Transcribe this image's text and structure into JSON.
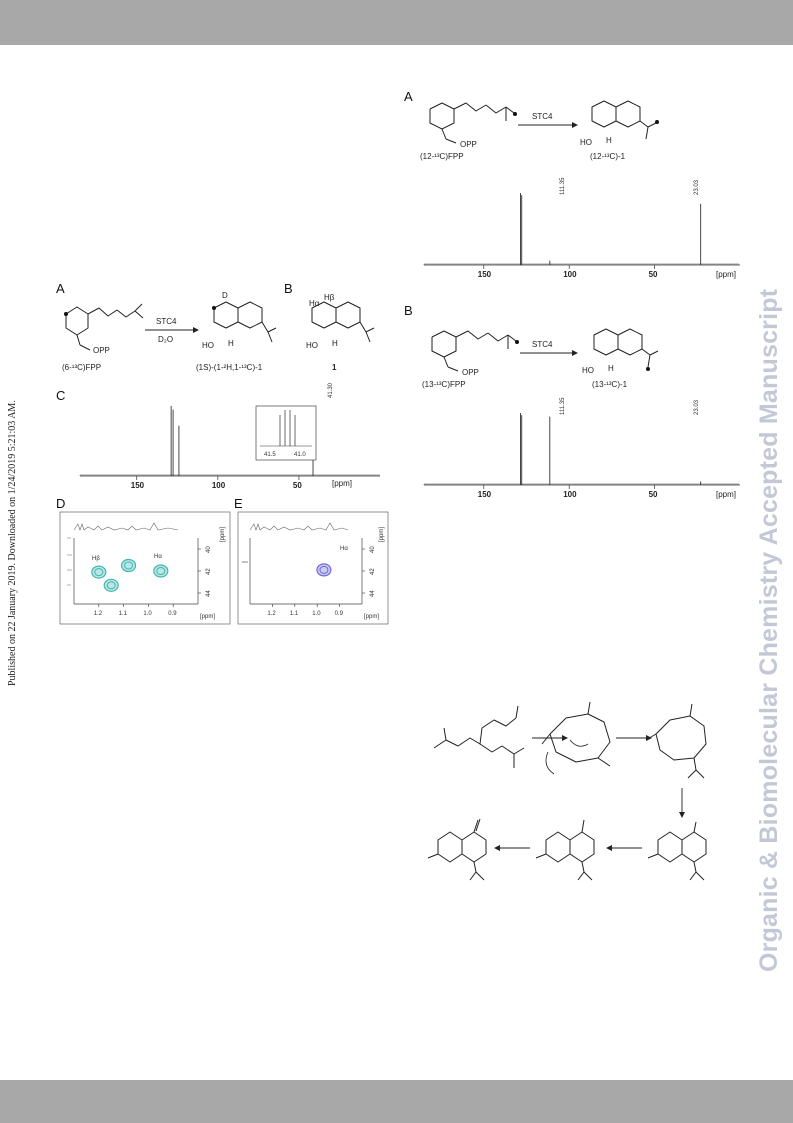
{
  "publication_note": "Published on 22 January 2019. Downloaded on 1/24/2019 5:21:03 AM.",
  "watermark": "Organic & Biomolecular Chemistry Accepted Manuscript",
  "colors": {
    "band": "#a8a8a8",
    "watermark": "#c4c8d6",
    "teal": "#3fb7b0",
    "blue": "#6d6bd8"
  },
  "figure_left": {
    "panel_A": {
      "label": "A",
      "substrate": "(6-¹³C)FPP",
      "substrate_group": "OPP",
      "enzyme": "STC4",
      "reagent": "D₂O",
      "product": "(1S)-(1-²H,1-¹³C)-1",
      "atom_D": "D",
      "atom_HO": "HO",
      "atom_H": "H"
    },
    "panel_B": {
      "label": "B",
      "compound": "1",
      "ha": "Hα",
      "hb": "Hβ",
      "atom_HO": "HO",
      "atom_H": "H"
    },
    "panel_C": {
      "label": "C",
      "peak_label": "41.30",
      "axis_ticks": [
        "150",
        "100",
        "50"
      ],
      "axis_unit": "[ppm]",
      "inset_ticks": [
        "41.5",
        "41.0"
      ]
    },
    "panel_D": {
      "label": "D",
      "x_ticks": [
        "1.2",
        "1.1",
        "1.0",
        "0.9"
      ],
      "x_unit": "[ppm]",
      "y_ticks": [
        "40",
        "42",
        "44"
      ],
      "y_unit": "[ppm]",
      "labels": [
        "Hβ",
        "Hα"
      ]
    },
    "panel_E": {
      "label": "E",
      "x_ticks": [
        "1.2",
        "1.1",
        "1.0",
        "0.9"
      ],
      "x_unit": "[ppm]",
      "y_ticks": [
        "40",
        "42",
        "44"
      ],
      "y_unit": "[ppm]",
      "labels": [
        "Hα"
      ]
    }
  },
  "figure_right": {
    "panel_A": {
      "label": "A",
      "substrate": "(12-¹³C)FPP",
      "substrate_group": "OPP",
      "enzyme": "STC4",
      "product": "(12-¹³C)-1",
      "atom_HO": "HO",
      "atom_H": "H",
      "peak_labels": [
        "111.35",
        "23.03"
      ],
      "axis_ticks": [
        "150",
        "100",
        "50"
      ],
      "axis_unit": "[ppm]"
    },
    "panel_B": {
      "label": "B",
      "substrate": "(13-¹³C)FPP",
      "substrate_group": "OPP",
      "enzyme": "STC4",
      "product": "(13-¹³C)-1",
      "atom_HO": "HO",
      "atom_H": "H",
      "peak_labels": [
        "111.35",
        "23.03"
      ],
      "axis_ticks": [
        "150",
        "100",
        "50"
      ],
      "axis_unit": "[ppm]"
    }
  },
  "chart_data": [
    {
      "type": "line",
      "title": "",
      "xlabel": "[ppm]",
      "ylabel": "",
      "xlim": [
        185,
        0
      ],
      "x_reversed": true,
      "series": [
        {
          "x": [
            128.8,
            127.6,
            124.0,
            41.3
          ],
          "values": [
            1.0,
            0.95,
            0.72,
            0.74
          ]
        }
      ],
      "peak_labels": [
        41.3
      ],
      "axis_ticks": [
        150,
        100,
        50
      ]
    },
    {
      "type": "line",
      "title": "",
      "xlabel": "[ppm]",
      "ylabel": "",
      "xlim": [
        185,
        0
      ],
      "x_reversed": true,
      "series": [
        {
          "x": [
            128.5,
            127.8,
            111.35,
            23.03
          ],
          "values": [
            1.0,
            0.97,
            0.06,
            0.85
          ]
        }
      ],
      "peak_labels": [
        111.35,
        23.03
      ],
      "axis_ticks": [
        150,
        100,
        50
      ]
    },
    {
      "type": "line",
      "title": "",
      "xlabel": "[ppm]",
      "ylabel": "",
      "xlim": [
        185,
        0
      ],
      "x_reversed": true,
      "series": [
        {
          "x": [
            128.5,
            127.8,
            111.35,
            23.03
          ],
          "values": [
            1.0,
            0.97,
            0.95,
            0.05
          ]
        }
      ],
      "peak_labels": [
        111.35,
        23.03
      ],
      "axis_ticks": [
        150,
        100,
        50
      ]
    },
    {
      "type": "scatter",
      "title": "",
      "xlabel": "[ppm]",
      "ylabel": "[ppm]",
      "xlim": [
        1.3,
        0.8
      ],
      "ylim": [
        39,
        45
      ],
      "x_reversed": true,
      "series": [
        {
          "x": [
            1.2,
            1.08,
            0.95,
            1.15
          ],
          "values": [
            42.1,
            41.5,
            42.0,
            43.3
          ]
        }
      ]
    },
    {
      "type": "scatter",
      "title": "",
      "xlabel": "[ppm]",
      "ylabel": "[ppm]",
      "xlim": [
        1.3,
        0.8
      ],
      "ylim": [
        39,
        45
      ],
      "x_reversed": true,
      "series": [
        {
          "x": [
            0.97
          ],
          "values": [
            41.9
          ]
        }
      ]
    }
  ]
}
